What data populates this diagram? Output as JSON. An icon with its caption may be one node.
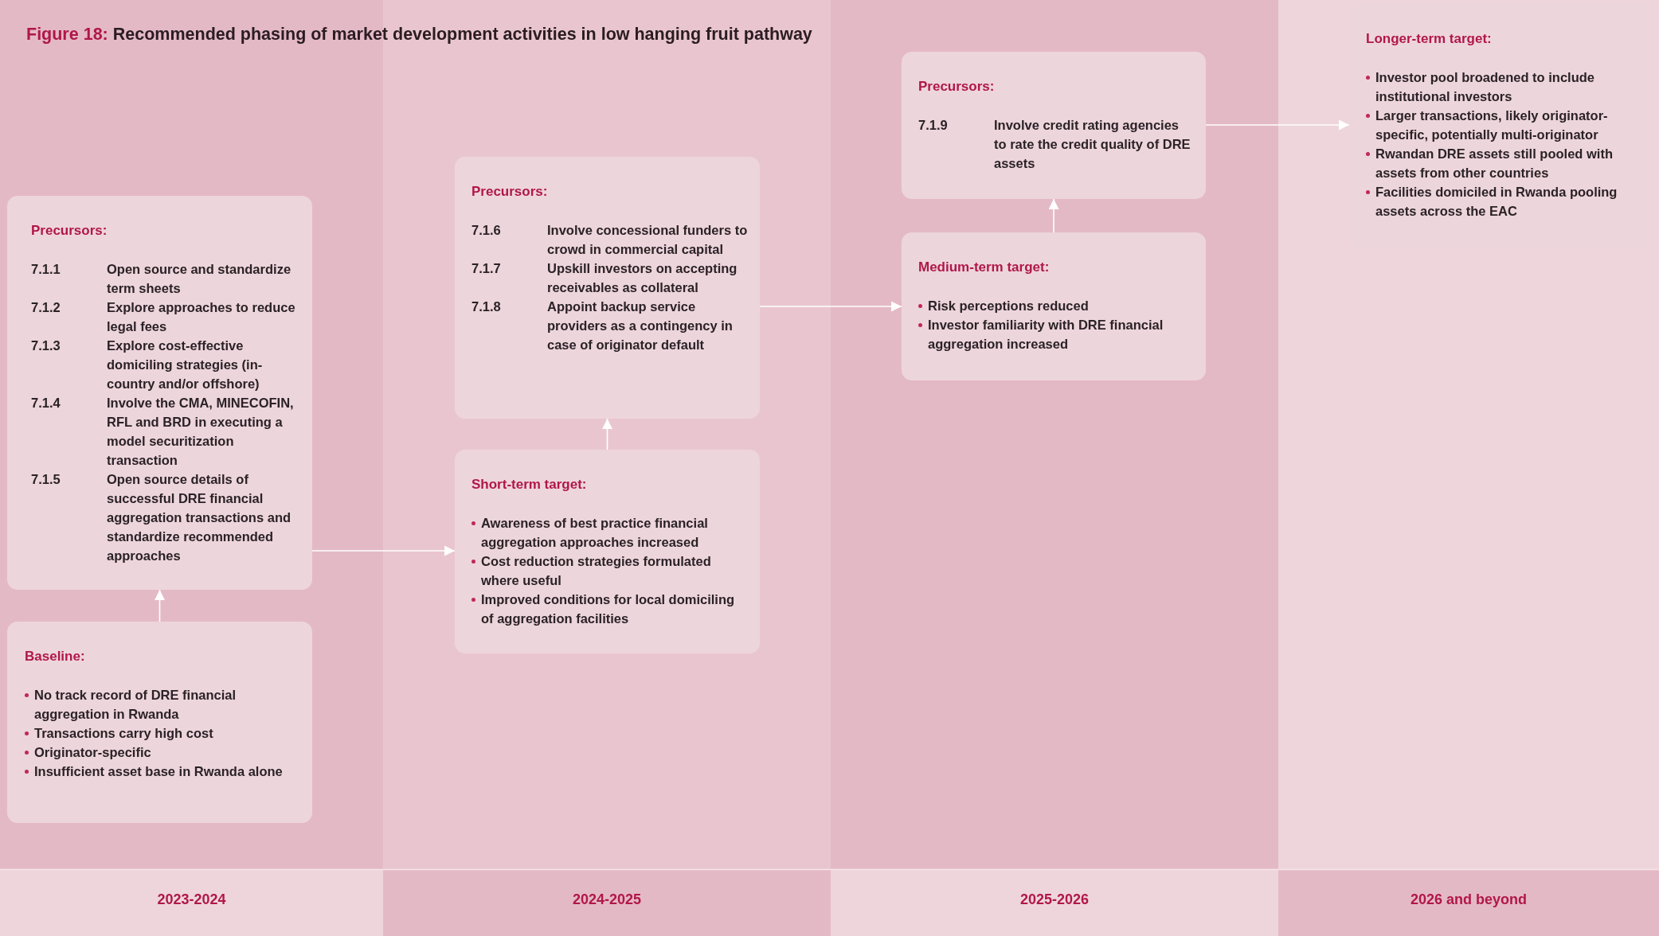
{
  "diagram": {
    "title": "Recommended phasing of market development activities in low hanging fruit pathway",
    "nodes": [
      {
        "text": [
          "Precursors:",
          "7.1.1",
          "Open source and standardize term sheets",
          "7.1.2",
          "Explore approaches to reduce legal fees",
          "7.1.3",
          "Explore cost-effective domiciling strategies (in-country and/or offshore)",
          "7.1.4",
          "Involve the CMA, MINECOFIN, RFL and BRD in executing a model securitization transaction",
          "7.1.5",
          "Open source details of successful DRE financial aggregation transactions and standardize recommended approaches"
        ]
      },
      {
        "text": [
          "Baseline:",
          "No track record of DRE financial aggregation in Rwanda",
          "Transactions carry high cost",
          "Originator-specific",
          "Insufficient asset base in Rwanda alone"
        ]
      },
      {
        "text": [
          "Precursors:",
          "7.1.6",
          "Involve concessional funders to crowd in commercial capital",
          "7.1.7",
          "Upskill investors on accepting receivables as collateral",
          "7.1.8",
          "Appoint backup service providers as a contingency in case of originator default"
        ]
      },
      {
        "text": [
          "Short-term target:",
          "Awareness of best practice financial aggregation approaches increased",
          "Cost reduction strategies formulated where useful",
          "Improved conditions for local domiciling of aggregation facilities"
        ]
      },
      {
        "text": [
          "Precursors:",
          "7.1.9",
          "Involve credit rating agencies to rate the credit quality of DRE assets"
        ]
      },
      {
        "text": [
          "Medium-term target:",
          "Risk perceptions reduced",
          "Investor familiarity with DRE financial aggregation increased"
        ]
      },
      {
        "text": [
          "Longer-term target:",
          "Investor pool broadened to include institutional investors",
          "Larger transactions, likely originator-specific, potentially multi-originator",
          "Rwandan DRE assets still pooled with assets from other countries",
          "Facilities domiciled in Rwanda pooling assets across the EAC"
        ]
      }
    ],
    "edges": [
      {
        "from": 1,
        "to": 0,
        "arrow": "to"
      },
      {
        "from": 0,
        "to": 3,
        "arrow": "to"
      },
      {
        "from": 3,
        "to": 2,
        "arrow": "to"
      },
      {
        "from": 2,
        "to": 5,
        "arrow": "to"
      },
      {
        "from": 5,
        "to": 4,
        "arrow": "to"
      },
      {
        "from": 4,
        "to": 6,
        "arrow": "to"
      }
    ],
    "labels": [
      "Figure 18:",
      "2023-2024",
      "2024-2025",
      "2025-2026",
      "2026 and beyond"
    ]
  }
}
